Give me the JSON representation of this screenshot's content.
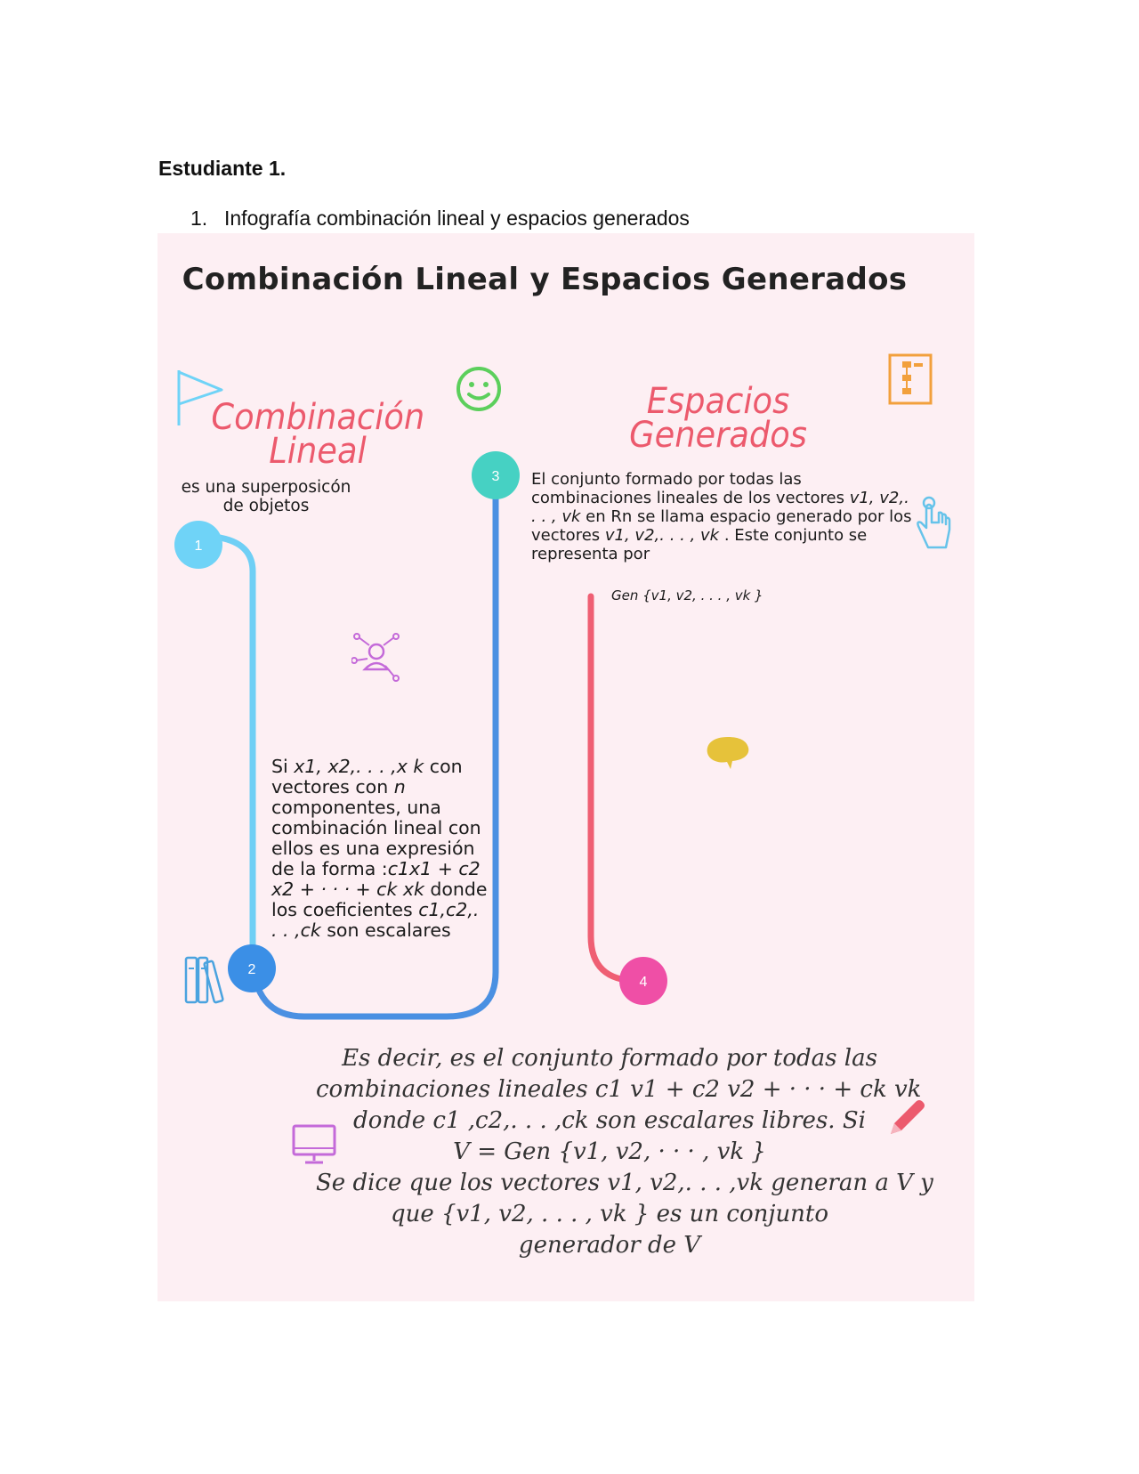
{
  "document": {
    "heading": "Estudiante  1.",
    "list_item": {
      "number": "1.",
      "text": "Infografía combinación lineal y espacios generados"
    }
  },
  "infographic": {
    "title": "Combinación Lineal y Espacios Generados",
    "combinacion": {
      "title_line1": "Combinación",
      "title_line2": "Lineal",
      "intro": "es una superposicón de objetos",
      "definition_html": "Si <i>x1, x2,. . . ,x k</i> con vectores con <i>n</i> componentes, una combinación lineal con ellos es una expresión de la forma :<i>c1x1 + c2 x2 + · · · + ck xk</i> donde los coeficientes <i>c1,c2,. . . ,ck</i> son escalares"
    },
    "espacios": {
      "title_line1": "Espacios",
      "title_line2": "Generados",
      "definition_html": "El conjunto formado por todas las combinaciones lineales de los vectores <i>v1, v2,. . . , vk</i> en Rn se llama espacio generado por los vectores <i>v1, v2,. . . , vk</i> . Este conjunto se representa por",
      "notation": "Gen {v1, v2, . . . , vk }"
    },
    "nodes": [
      "1",
      "2",
      "3",
      "4"
    ],
    "conclusion": [
      "Es decir, es el conjunto formado por todas las",
      "combinaciones lineales c1 v1 + c2 v2 + · · · + ck vk",
      "donde c1 ,c2,. . . ,ck son escalares libres. Si",
      "V = Gen {v1, v2, · · · , vk }",
      "Se dice que los vectores v1, v2,. . . ,vk generan a V y",
      "que {v1, v2, . . . , vk } es un conjunto",
      "generador de V"
    ],
    "colors": {
      "background": "#fdeff3",
      "title_accent": "#ec5a6d",
      "node1": "#6fd3f7",
      "node2": "#3b8fe6",
      "node3": "#46d1c3",
      "node4": "#ef4fa6",
      "line_left": "#6fcff5",
      "line_mid": "#4a90e2",
      "line_right": "#ef5f73"
    },
    "icons": [
      "flag-icon",
      "smiley-icon",
      "flowchart-icon",
      "hand-pointer-icon",
      "network-person-icon",
      "speech-bubble-icon",
      "books-icon",
      "monitor-icon",
      "pencil-icon"
    ]
  }
}
